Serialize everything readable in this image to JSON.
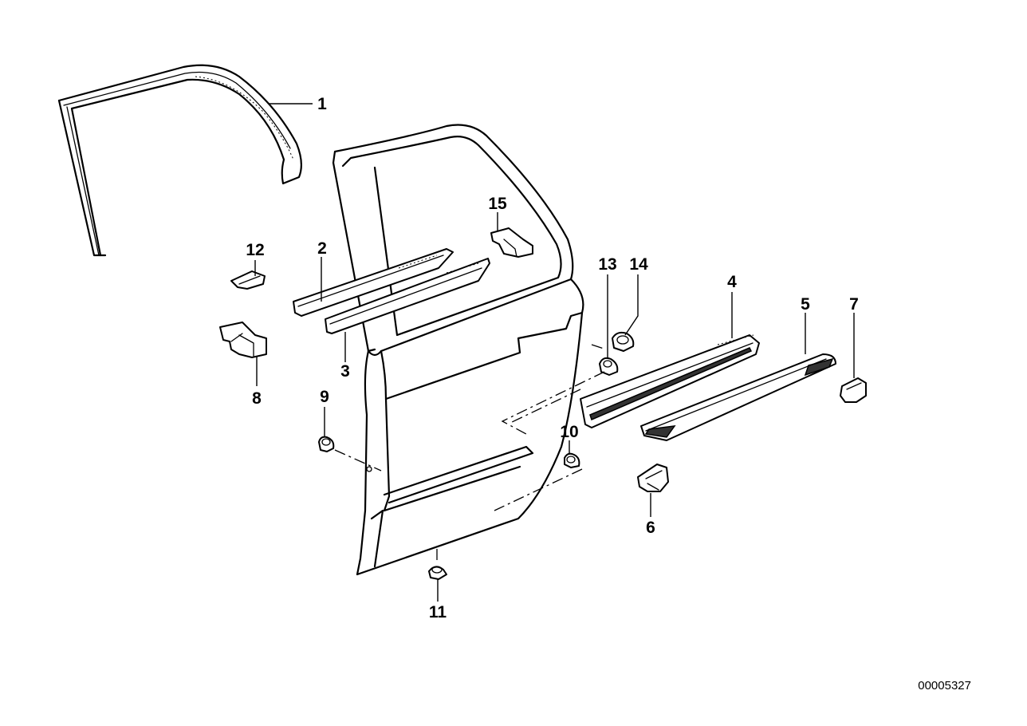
{
  "callouts": [
    {
      "id": "1",
      "label": "1"
    },
    {
      "id": "2",
      "label": "2"
    },
    {
      "id": "3",
      "label": "3"
    },
    {
      "id": "4",
      "label": "4"
    },
    {
      "id": "5",
      "label": "5"
    },
    {
      "id": "6",
      "label": "6"
    },
    {
      "id": "7",
      "label": "7"
    },
    {
      "id": "8",
      "label": "8"
    },
    {
      "id": "9",
      "label": "9"
    },
    {
      "id": "10",
      "label": "10"
    },
    {
      "id": "11",
      "label": "11"
    },
    {
      "id": "12",
      "label": "12"
    },
    {
      "id": "13",
      "label": "13"
    },
    {
      "id": "14",
      "label": "14"
    },
    {
      "id": "15",
      "label": "15"
    }
  ],
  "reference_number": "00005327"
}
